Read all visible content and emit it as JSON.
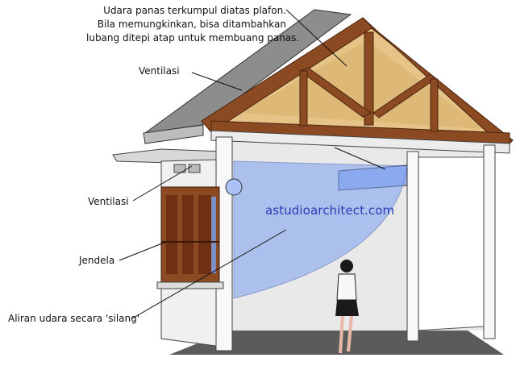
{
  "annotation": {
    "line1": "Udara panas terkumpul diatas plafon.",
    "line2": "Bila memungkinkan, bisa ditambahkan",
    "line3": "lubang ditepi atap untuk membuang panas."
  },
  "labels": {
    "ventilasi_roof": "Ventilasi",
    "ventilasi_window": "Ventilasi",
    "jendela": "Jendela",
    "airflow": "Aliran udara secara 'silang'"
  },
  "watermark": "astudioarchitect.com",
  "colors": {
    "wall": "#f2f2f2",
    "roof": "#8a8a8a",
    "timber": "#8b4a22",
    "gable_glow": "#e8c98a",
    "airflow": "#7aa0f0",
    "ground": "#5e5e5e"
  }
}
